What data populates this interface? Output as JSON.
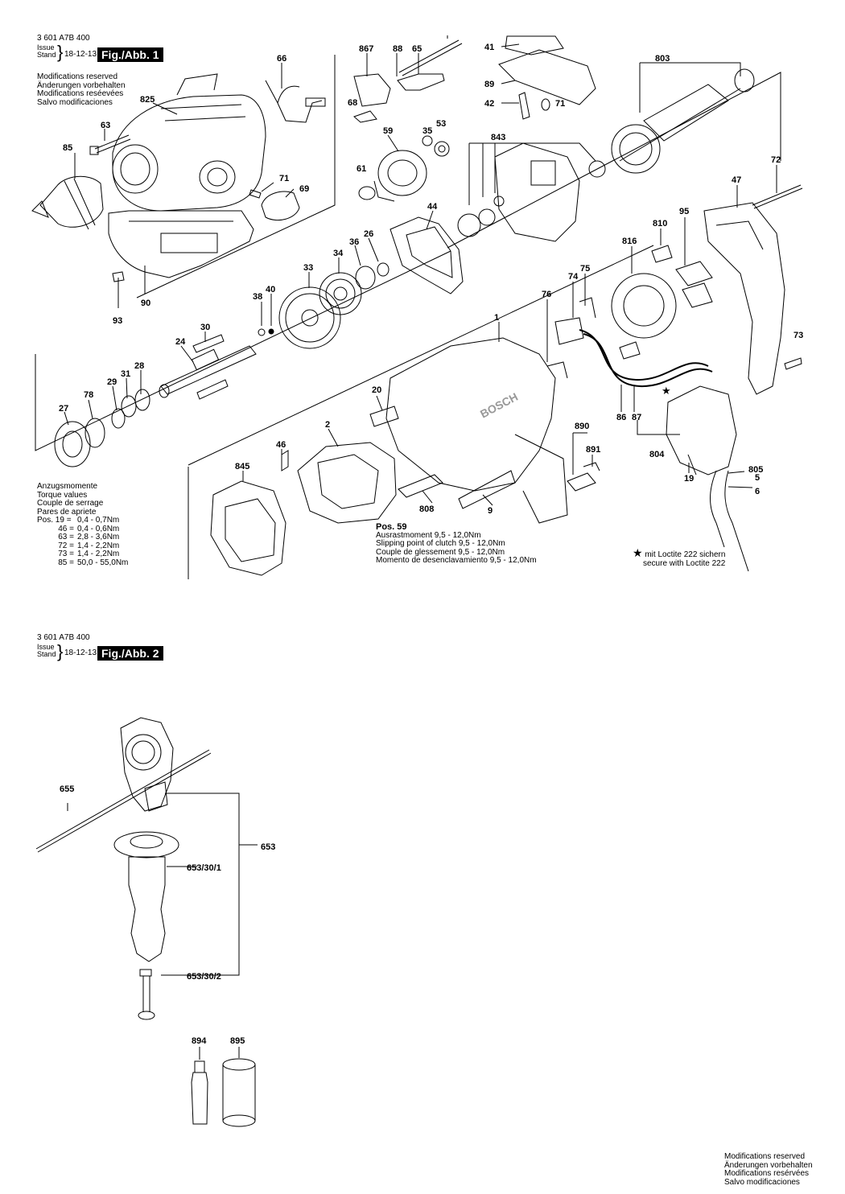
{
  "fig1": {
    "doc_number": "3 601 A7B 400",
    "issue_label": "Issue",
    "stand_label": "Stand",
    "date": "18-12-13",
    "fig_label": "Fig./Abb. 1",
    "modifications": [
      "Modifications reserved",
      "Änderungen vorbehalten",
      "Modifications reséevées",
      "Salvo modificaciones"
    ],
    "torque_title": [
      "Anzugsmomente",
      "Torque values",
      "Couple de serrage",
      "Pares de apriete"
    ],
    "torque_rows": [
      {
        "pos": "Pos. 19 =",
        "value": "0,4 - 0,7Nm"
      },
      {
        "pos": "46 =",
        "value": "0,4 - 0,6Nm"
      },
      {
        "pos": "63 =",
        "value": "2,8 - 3,6Nm"
      },
      {
        "pos": "72 =",
        "value": "1,4 - 2,2Nm"
      },
      {
        "pos": "73 =",
        "value": "1,4 - 2,2Nm"
      },
      {
        "pos": "85 =",
        "value": "50,0 - 55,0Nm"
      }
    ],
    "pos59_title": "Pos. 59",
    "pos59_lines": [
      "Ausrastmoment 9,5 - 12,0Nm",
      "Slipping point of clutch 9,5 - 12,0Nm",
      "Couple de glessement 9,5 - 12,0Nm",
      "Momento de desenclavamiento 9,5 - 12,0Nm"
    ],
    "loctite_star": "★",
    "loctite_lines": [
      "mit Loctite 222 sichern",
      "secure with Loctite 222"
    ],
    "part_numbers": [
      "66",
      "825",
      "63",
      "85",
      "71",
      "69",
      "93",
      "90",
      "867",
      "88",
      "65",
      "68",
      "59",
      "35",
      "53",
      "61",
      "44",
      "36",
      "26",
      "34",
      "33",
      "38",
      "40",
      "30",
      "24",
      "28",
      "31",
      "29",
      "78",
      "27",
      "41",
      "89",
      "42",
      "71",
      "803",
      "843",
      "72",
      "47",
      "95",
      "810",
      "816",
      "75",
      "74",
      "76",
      "1",
      "20",
      "2",
      "46",
      "845",
      "808",
      "9",
      "890",
      "891",
      "86",
      "87",
      "804",
      "19",
      "805",
      "5",
      "6",
      "73"
    ]
  },
  "fig2": {
    "doc_number": "3 601 A7B 400",
    "issue_label": "Issue",
    "stand_label": "Stand",
    "date": "18-12-13",
    "fig_label": "Fig./Abb. 2",
    "part_numbers": [
      "655",
      "653",
      "653/30/1",
      "653/30/2",
      "894",
      "895"
    ]
  },
  "footer": {
    "modifications": [
      "Modifications reserved",
      "Änderungen vorbehalten",
      "Modifications resérvées",
      "Salvo modificaciones"
    ]
  }
}
